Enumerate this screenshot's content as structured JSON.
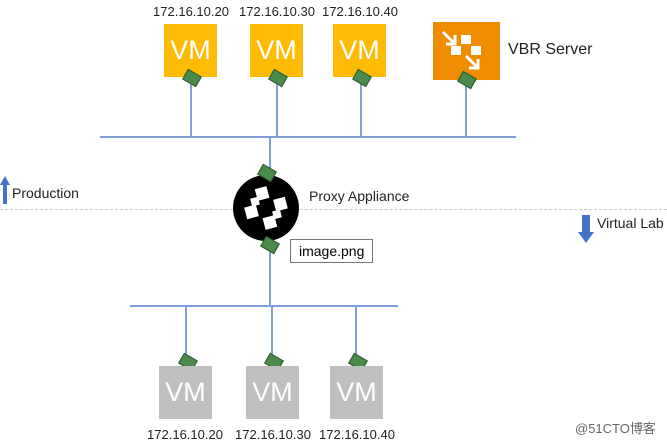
{
  "production": {
    "vms": [
      {
        "label": "VM",
        "ip": "172.16.10.20"
      },
      {
        "label": "VM",
        "ip": "172.16.10.30"
      },
      {
        "label": "VM",
        "ip": "172.16.10.40"
      }
    ],
    "server_label": "VBR Server"
  },
  "proxy_label": "Proxy Appliance",
  "image_tooltip": "image.png",
  "zones": {
    "production": "Production",
    "virtual_lab": "Virtual Lab"
  },
  "virtual_lab": {
    "vms": [
      {
        "label": "VM",
        "ip": "172.16.10.20"
      },
      {
        "label": "VM",
        "ip": "172.16.10.30"
      },
      {
        "label": "VM",
        "ip": "172.16.10.40"
      }
    ]
  },
  "watermark": "@51CTO博客",
  "colors": {
    "vm_prod": "#fdbb06",
    "vm_lab": "#bfbfbf",
    "vbr": "#f08c00",
    "network": "#7f9fd6",
    "arrow": "#4472c4"
  }
}
